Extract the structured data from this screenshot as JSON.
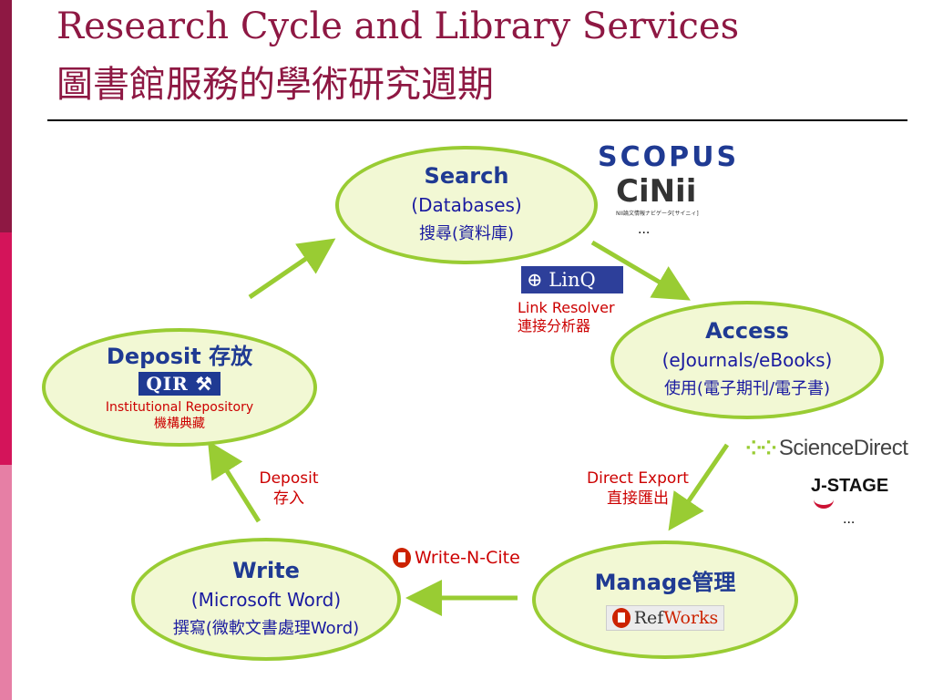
{
  "title": {
    "en": "Research Cycle and Library Services",
    "zh": "圖書館服務的學術研究週期"
  },
  "nodes": {
    "search": {
      "title": "Search",
      "line1": "(Databases)",
      "line2": "搜尋(資料庫)"
    },
    "access": {
      "title": "Access",
      "line1": "(eJournals/eBooks)",
      "line2": "使用(電子期刊/電子書)"
    },
    "manage": {
      "title": "Manage管理"
    },
    "write": {
      "title": "Write",
      "line1": "(Microsoft Word)",
      "line2": "撰寫(微軟文書處理Word)"
    },
    "deposit": {
      "title": "Deposit 存放",
      "sub_en": "Institutional Repository",
      "sub_zh": "機構典藏"
    }
  },
  "labels": {
    "link_resolver_en": "Link Resolver",
    "link_resolver_zh": "連接分析器",
    "direct_export_en": "Direct Export",
    "direct_export_zh": "直接匯出",
    "deposit_en": "Deposit",
    "deposit_zh": "存入",
    "write_n_cite": "Write-N-Cite"
  },
  "logos": {
    "scopus": "SCOPUS",
    "cinii": "CiNii",
    "cinii_sub": "NII論文情報ナビゲータ[サイニィ]",
    "linq": "LinQ",
    "qir": "QIR",
    "sciencedirect": "ScienceDirect",
    "jstage": "J-STAGE",
    "refworks_ref": "Ref",
    "refworks_works": "Works"
  },
  "ellipses": {
    "top": "...",
    "right": "..."
  },
  "colors": {
    "title": "#8e1843",
    "ellipse_border": "#99cc33",
    "ellipse_fill": "#f2f8d4",
    "node_title": "#1f3a93",
    "label_red": "#cc0000",
    "arrow": "#99cc33"
  }
}
